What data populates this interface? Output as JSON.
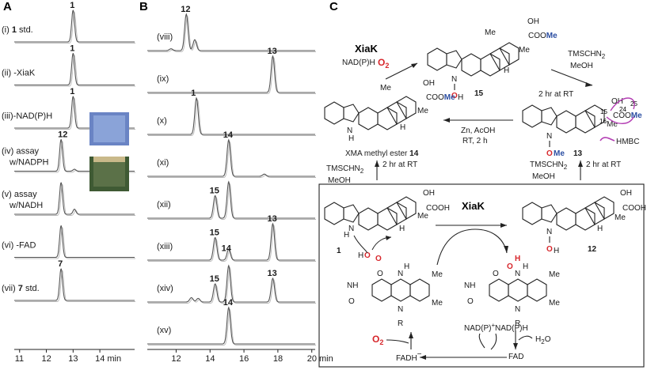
{
  "panels": {
    "a": "A",
    "b": "B",
    "c": "C"
  },
  "colors": {
    "trace": "#555555",
    "trace_shadow": "#b8b8b8",
    "red": "#d7262b",
    "blue": "#2b4ea2",
    "hmbc": "#b43fb4"
  },
  "chart_data": [
    {
      "type": "line",
      "panel": "A",
      "xlabel": "min",
      "xlim": [
        10.8,
        15.3
      ],
      "x_ticks": [
        "11",
        "12",
        "13",
        "14 min"
      ],
      "traces": [
        {
          "label_prefix": "(i) ",
          "label_bold": "1",
          "label_suffix": " std.",
          "peak_label": "1",
          "peaks": [
            {
              "x": 13.0,
              "h": 1.0
            }
          ]
        },
        {
          "label_prefix": "(ii) -XiaK",
          "label_bold": "",
          "label_suffix": "",
          "peak_label": "1",
          "peaks": [
            {
              "x": 13.0,
              "h": 1.0
            }
          ]
        },
        {
          "label_prefix": "(iii)-NAD(P)H",
          "label_bold": "",
          "label_suffix": "",
          "peak_label": "1",
          "peaks": [
            {
              "x": 13.0,
              "h": 1.0
            }
          ]
        },
        {
          "label_prefix": "(iv) assay",
          "label_line2": "w/NADPH",
          "label_bold": "",
          "label_suffix": "",
          "peak_label": "12",
          "peaks": [
            {
              "x": 12.55,
              "h": 1.0
            },
            {
              "x": 13.05,
              "h": 0.06
            }
          ]
        },
        {
          "label_prefix": "(v) assay",
          "label_line2": "w/NADH",
          "label_bold": "",
          "label_suffix": "",
          "peak_label": "",
          "peaks": [
            {
              "x": 12.55,
              "h": 1.0
            },
            {
              "x": 13.05,
              "h": 0.16
            }
          ]
        },
        {
          "label_prefix": "(vi) -FAD",
          "label_bold": "",
          "label_suffix": "",
          "peak_label": "",
          "peaks": [
            {
              "x": 12.55,
              "h": 1.0
            }
          ]
        },
        {
          "label_prefix": "(vii) ",
          "label_bold": "7",
          "label_suffix": " std.",
          "peak_label": "7",
          "peaks": [
            {
              "x": 12.55,
              "h": 1.0
            }
          ]
        }
      ]
    },
    {
      "type": "line",
      "panel": "B",
      "xlabel": "min",
      "xlim": [
        10.3,
        20.2
      ],
      "x_ticks": [
        "12",
        "14",
        "16",
        "18",
        "20 min"
      ],
      "traces": [
        {
          "label": "(viii)",
          "peak_labels": [
            {
              "text": "12",
              "x": 12.6
            }
          ],
          "peaks": [
            {
              "x": 12.6,
              "h": 1.0
            },
            {
              "x": 13.1,
              "h": 0.3
            },
            {
              "x": 11.7,
              "h": 0.05
            }
          ]
        },
        {
          "label": "(ix)",
          "peak_labels": [
            {
              "text": "13",
              "x": 17.7
            }
          ],
          "peaks": [
            {
              "x": 17.7,
              "h": 1.0
            }
          ]
        },
        {
          "label": "(x)",
          "peak_labels": [
            {
              "text": "1",
              "x": 13.2
            }
          ],
          "peaks": [
            {
              "x": 13.2,
              "h": 1.0
            }
          ]
        },
        {
          "label": "(xi)",
          "peak_labels": [
            {
              "text": "14",
              "x": 15.1
            }
          ],
          "peaks": [
            {
              "x": 15.1,
              "h": 1.0
            },
            {
              "x": 17.2,
              "h": 0.06
            }
          ]
        },
        {
          "label": "(xii)",
          "peak_labels": [
            {
              "text": "15",
              "x": 14.3
            }
          ],
          "peaks": [
            {
              "x": 14.3,
              "h": 0.62
            },
            {
              "x": 15.1,
              "h": 1.0
            }
          ]
        },
        {
          "label": "(xiii)",
          "peak_labels": [
            {
              "text": "15",
              "x": 14.3
            },
            {
              "text": "14",
              "x": 15.0
            },
            {
              "text": "13",
              "x": 17.7
            }
          ],
          "peaks": [
            {
              "x": 14.3,
              "h": 0.62
            },
            {
              "x": 15.1,
              "h": 0.3
            },
            {
              "x": 17.7,
              "h": 1.0
            }
          ]
        },
        {
          "label": "(xiv)",
          "peak_labels": [
            {
              "text": "15",
              "x": 14.3
            },
            {
              "text": "13",
              "x": 17.7
            }
          ],
          "peaks": [
            {
              "x": 12.9,
              "h": 0.12
            },
            {
              "x": 13.3,
              "h": 0.1
            },
            {
              "x": 14.3,
              "h": 0.5
            },
            {
              "x": 15.1,
              "h": 1.0
            },
            {
              "x": 17.7,
              "h": 0.65
            }
          ]
        },
        {
          "label": "(xv)",
          "peak_labels": [
            {
              "text": "14",
              "x": 15.1
            }
          ],
          "peaks": [
            {
              "x": 15.1,
              "h": 1.0
            }
          ]
        }
      ]
    }
  ],
  "scheme": {
    "enzyme": "XiaK",
    "cofactor_top": "NAD(P)H",
    "o2": "O",
    "o2_sub": "2",
    "cpd15": "15",
    "cpd13": "13",
    "cpd14_caption": "XMA methyl ester ",
    "cpd14_num": "14",
    "cpd1": "1",
    "cpd12": "12",
    "tms_label": "TMSCHN",
    "tms_sub": "2",
    "meoh": "MeOH",
    "two_hr": "2 hr at RT",
    "zn": "Zn, AcOH",
    "rt2h": "RT, 2 h",
    "hmbc": "HMBC",
    "oh": "OH",
    "cooh": "COOH",
    "coo": "COO",
    "me": "Me",
    "ome_o": "O",
    "n_label": "N",
    "h_label": "H",
    "num15": "15",
    "num16": "16",
    "num24": "24",
    "num25": "25",
    "nadp_plus": "NAD(P)",
    "plus": "+",
    "nadph": "NAD(P)H",
    "fad": "FAD",
    "fadh": "FADH",
    "minus": "−",
    "h2o": "H",
    "h2o_sub": "2",
    "h2o_end": "O",
    "nh": "NH",
    "o": "O",
    "r": "R",
    "ho_h": "H",
    "ho_o": "O"
  }
}
